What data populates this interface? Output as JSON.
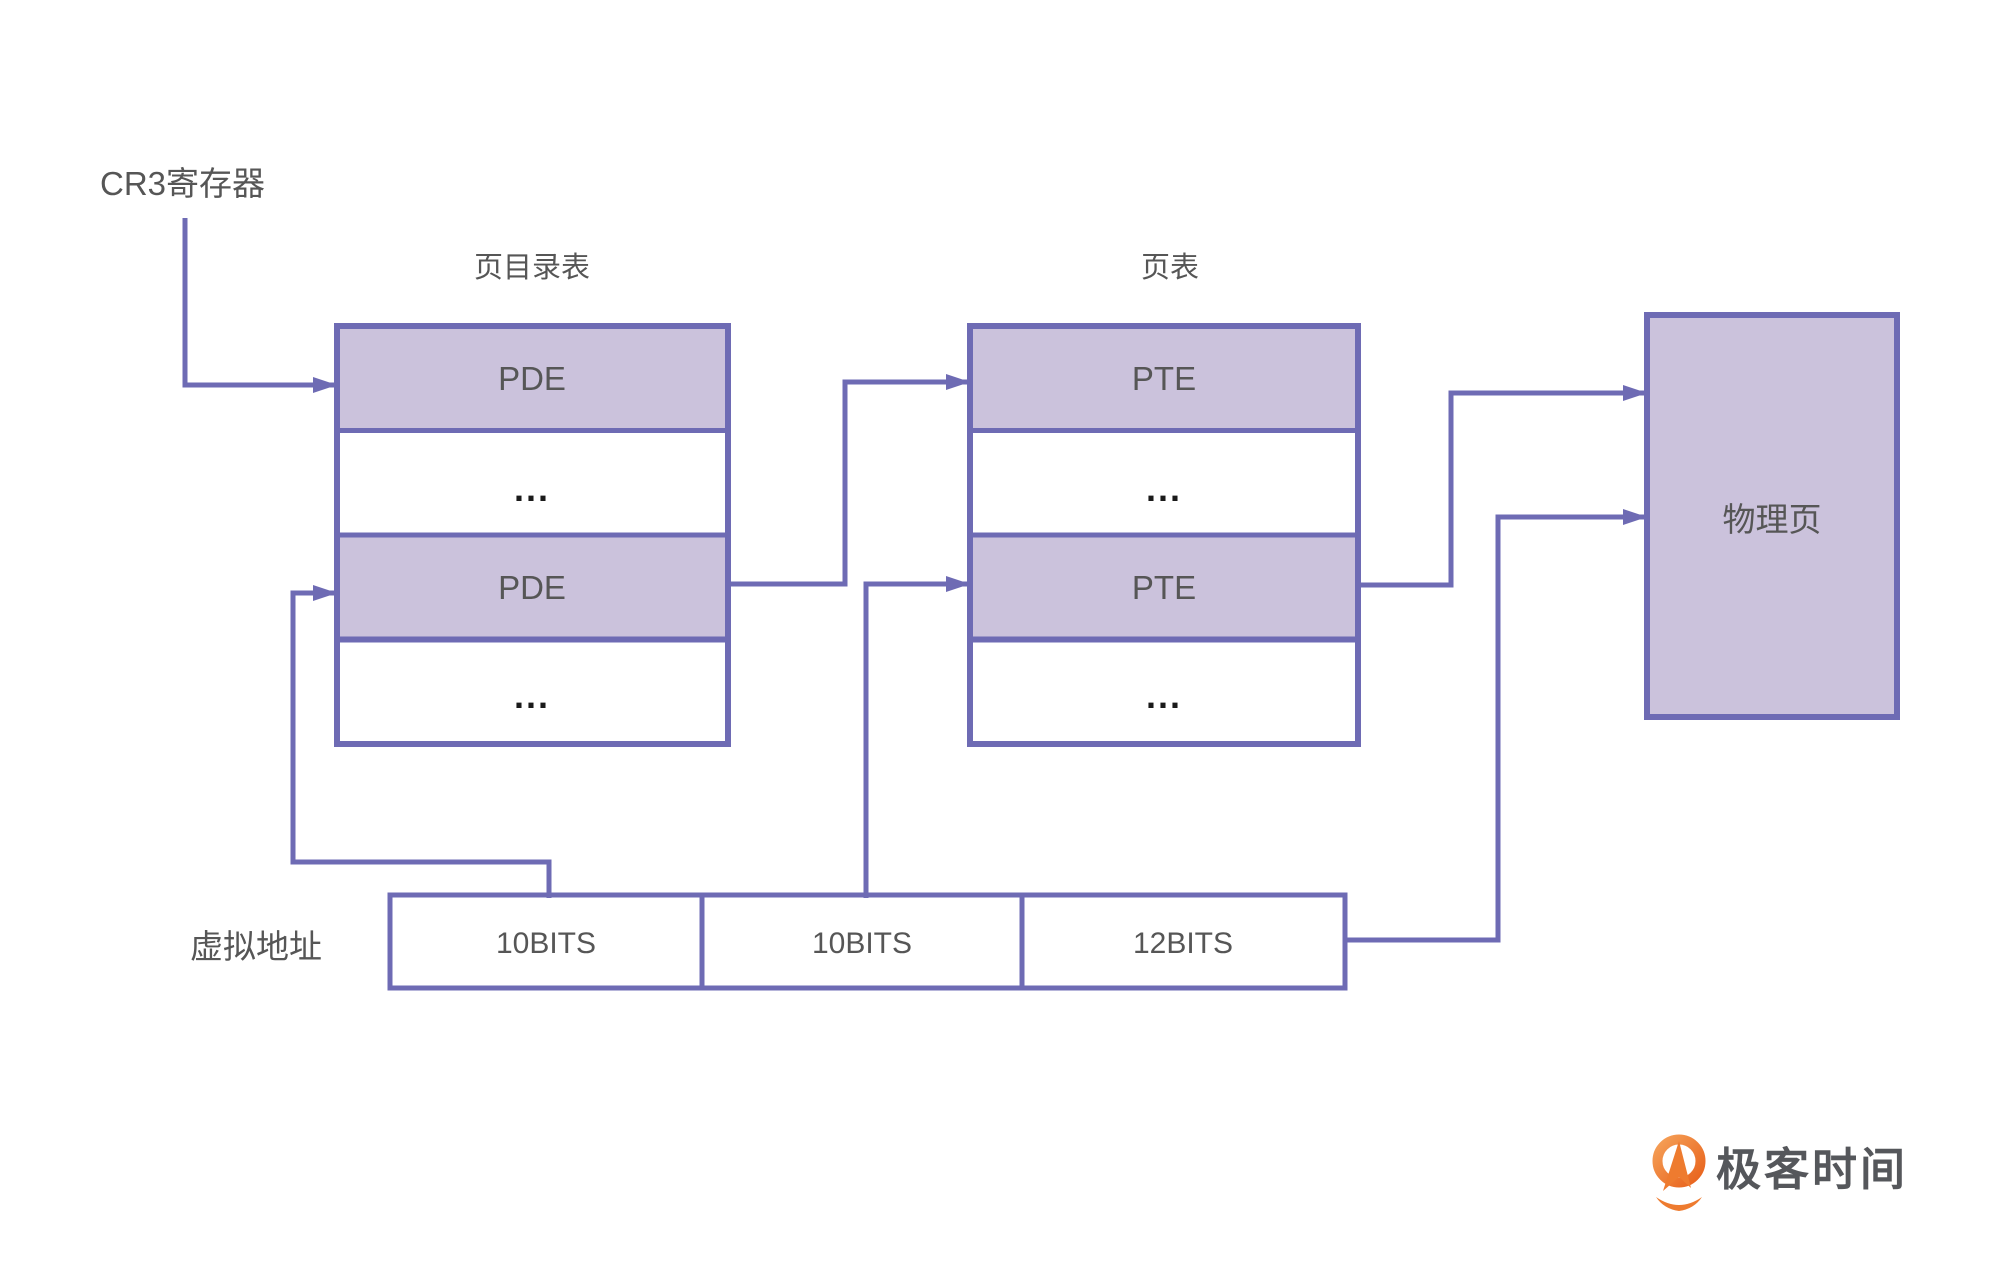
{
  "colors": {
    "line": "#6E6BB4",
    "cell_fill": "#CBC2DC",
    "white_fill": "#FFFFFF",
    "text": "#565656",
    "dots": "#1A1A1A",
    "logo_orange_light": "#F5A057",
    "logo_orange": "#E8621C",
    "logo_orange_mid": "#EE7B2F",
    "logo_text_color": "#55575B",
    "background": "#FFFFFF"
  },
  "diagram": {
    "cr3_label": "CR3寄存器",
    "page_directory": {
      "title": "页目录表",
      "rows": [
        "PDE",
        "...",
        "PDE",
        "..."
      ]
    },
    "page_table": {
      "title": "页表",
      "rows": [
        "PTE",
        "...",
        "PTE",
        "..."
      ]
    },
    "physical_page": {
      "label": "物理页"
    },
    "virtual_address": {
      "label": "虚拟地址",
      "fields": [
        "10BITS",
        "10BITS",
        "12BITS"
      ]
    }
  },
  "branding": {
    "logo_text": "极客时间"
  }
}
